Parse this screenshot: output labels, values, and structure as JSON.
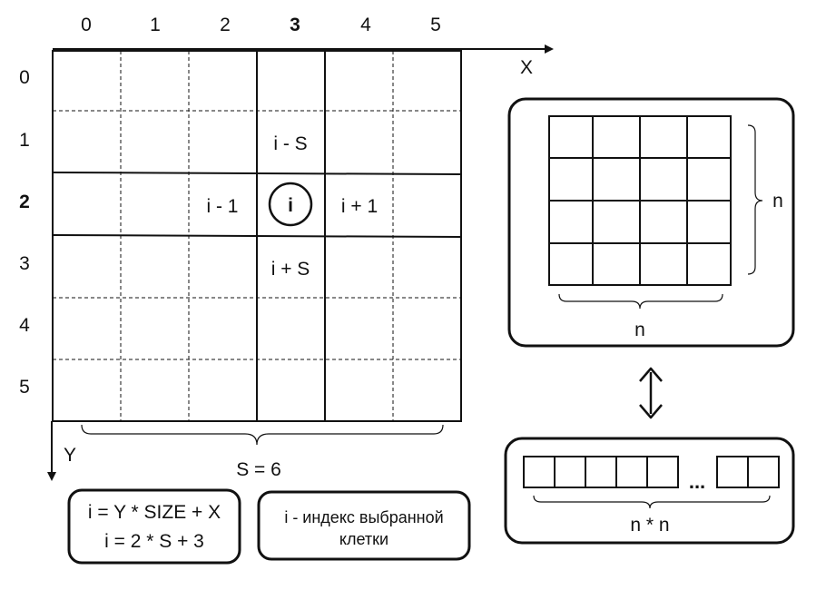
{
  "grid": {
    "x_ticks": [
      "0",
      "1",
      "2",
      "3",
      "4",
      "5"
    ],
    "y_ticks": [
      "0",
      "1",
      "2",
      "3",
      "4",
      "5"
    ],
    "x_axis_label": "X",
    "y_axis_label": "Y",
    "selected_index": "i",
    "neighbor_up": "i - S",
    "neighbor_left": "i - 1",
    "neighbor_right": "i + 1",
    "neighbor_down": "i + S",
    "size_label": "S = 6"
  },
  "formula": {
    "line1": "i = Y * SIZE + X",
    "line2": "i = 2 * S + 3"
  },
  "note": {
    "line1": "i - индекс выбранной",
    "line2": "клетки"
  },
  "matrix_panel": {
    "side_label": "n",
    "bottom_label": "n"
  },
  "array_panel": {
    "ellipsis": "...",
    "length_label": "n * n"
  }
}
